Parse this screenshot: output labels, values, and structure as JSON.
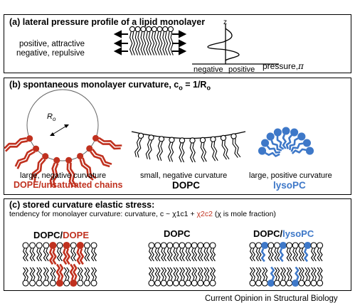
{
  "panel_a": {
    "title": "(a) lateral pressure profile of a lipid monolayer",
    "label_positive": "positive, attractive",
    "label_negative": "negative, repulsive",
    "axis_z": "z",
    "axis_negative": "negative",
    "axis_positive": "positive",
    "axis_pressure": "pressure,",
    "axis_pi": "π"
  },
  "panel_b": {
    "title": "(b) spontaneous monolayer curvature, c",
    "title_sub": "o",
    "title_eq": " = 1/R",
    "title_sub2": "o",
    "r_label": "R",
    "r_sub": "o",
    "col1_desc": "large, negative curvature",
    "col1_name": "DOPE/unsaturated chains",
    "col2_desc": "small, negative curvature",
    "col2_name": "DOPC",
    "col3_desc": "large, positive curvature",
    "col3_name": "lysoPC"
  },
  "panel_c": {
    "title": "(c) stored curvature elastic stress:",
    "eq_prefix": "tendency for monolayer curvature: curvature, c ~ ",
    "eq_term1": "χ1c1",
    "eq_plus": " + ",
    "eq_term2": "χ2c2",
    "eq_suffix": " (χ is mole fraction)",
    "mix1_a": "DOPC/",
    "mix1_b": "DOPE",
    "mix2": "DOPC",
    "mix3_a": "DOPC/",
    "mix3_b": "lysoPC"
  },
  "footer": "Current Opinion in Structural Biology",
  "colors": {
    "red": "#c0311f",
    "blue": "#3e78c8",
    "black": "#000000"
  }
}
